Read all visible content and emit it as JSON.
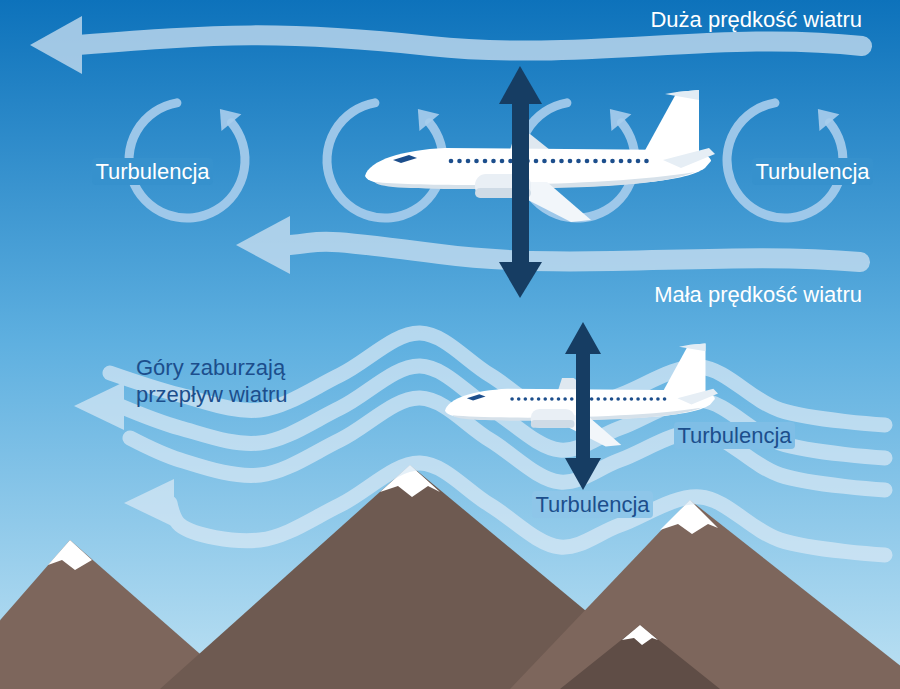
{
  "diagram": {
    "labels": [
      "Duża prędkość wiatru",
      "Turbulencja",
      "Turbulencja",
      "Mała prędkość wiatru",
      "Góry zaburzają przepływ wiatru",
      "Turbulencja",
      "Turbulencja"
    ]
  }
}
